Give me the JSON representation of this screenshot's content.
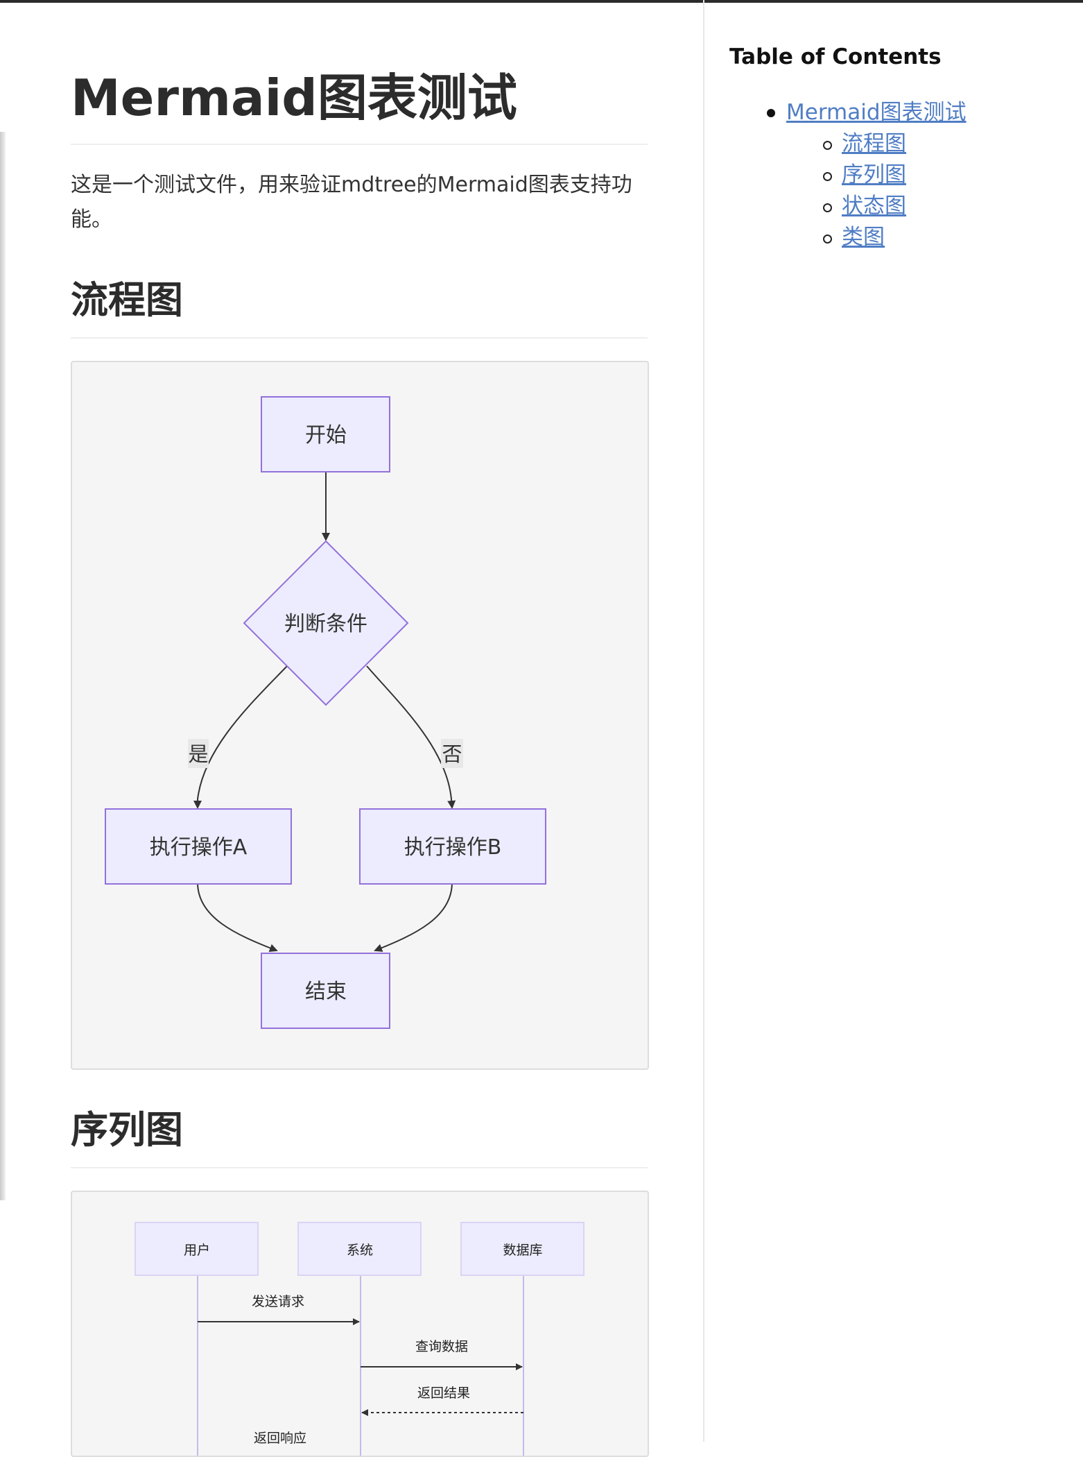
{
  "page": {
    "title": "Mermaid图表测试",
    "intro": "这是一个测试文件，用来验证mdtree的Mermaid图表支持功能。"
  },
  "sections": {
    "flowchart": {
      "heading": "流程图",
      "nodes": {
        "start": "开始",
        "decision": "判断条件",
        "action_a": "执行操作A",
        "action_b": "执行操作B",
        "end": "结束"
      },
      "edge_labels": {
        "yes": "是",
        "no": "否"
      }
    },
    "sequence": {
      "heading": "序列图",
      "actors": [
        "用户",
        "系统",
        "数据库"
      ],
      "messages": [
        "发送请求",
        "查询数据",
        "返回结果",
        "返回响应"
      ]
    }
  },
  "toc": {
    "title": "Table of Contents",
    "root": "Mermaid图表测试",
    "items": [
      "流程图",
      "序列图",
      "状态图",
      "类图"
    ]
  },
  "colors": {
    "node_fill": "#ececfe",
    "node_stroke": "#9370db",
    "diagram_bg": "#f5f5f5",
    "link": "#4f7dc4",
    "edge": "#333333"
  }
}
